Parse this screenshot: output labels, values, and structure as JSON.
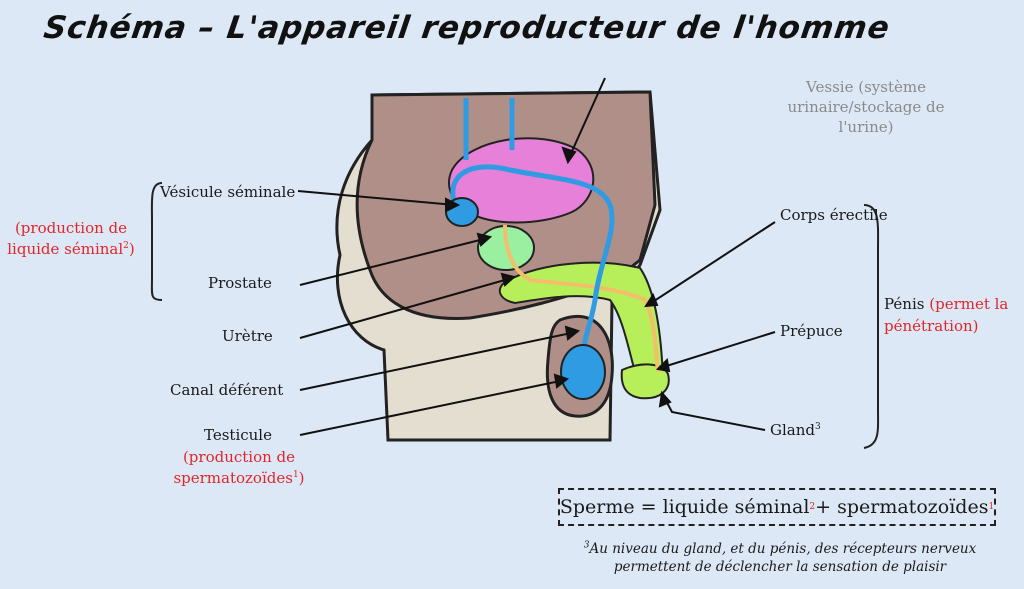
{
  "title": "Schéma – L'appareil reproducteur de l'homme",
  "labels": {
    "vessie": "Vessie (système urinaire/stockage de l'urine)",
    "vesicule": "Vésicule séminale",
    "vesicule_note": "(production de liquide séminal",
    "vesicule_note_sup": "2",
    "vesicule_note_end": ")",
    "prostate": "Prostate",
    "uretre": "Urètre",
    "canal": "Canal déférent",
    "testicule": "Testicule",
    "testicule_note": "(production de spermatozoïdes",
    "testicule_note_sup": "1",
    "testicule_note_end": ")",
    "corps": "Corps érectile",
    "penis": "Pénis",
    "penis_note": "(permet la pénétration)",
    "prepuce": "Prépuce",
    "gland": "Gland",
    "gland_sup": "3"
  },
  "formula": {
    "left": "Sperme = liquide séminal",
    "sup1": "2",
    "middle": " + spermatozoïdes",
    "sup2": "1"
  },
  "footnote": {
    "sup": "3",
    "text": "Au niveau du gland, et du pénis, des récepteurs nerveux permettent de déclencher la sensation de plaisir"
  },
  "colors": {
    "background": "#dce8f5",
    "body_skin": "#e4ded0",
    "pelvis": "#b08f89",
    "bladder": "#e680d8",
    "duct": "#2f9be3",
    "prostate": "#9af0a0",
    "erectile": "#b6ef5a",
    "urethra": "#f3bf6a",
    "accent_red": "#e0262b",
    "gray_text": "#8a8a8a"
  }
}
